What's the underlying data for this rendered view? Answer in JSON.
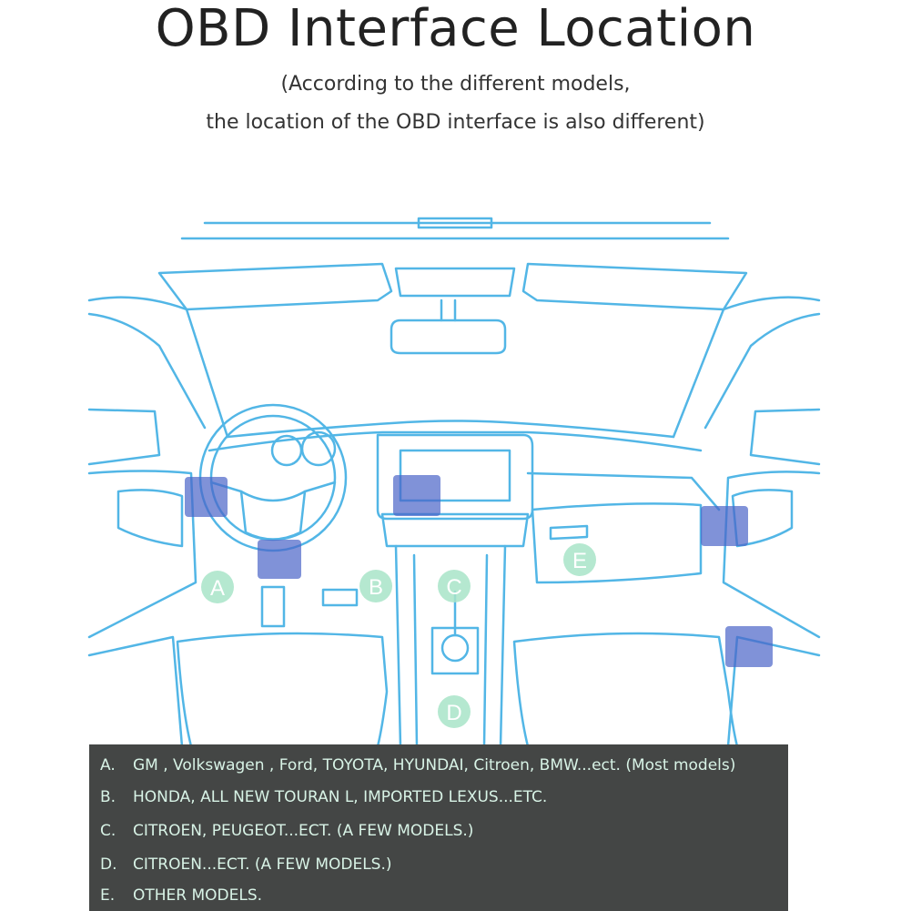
{
  "title": "OBD Interface Location",
  "subtitle": {
    "line1": "(According to the different models,",
    "line2": "the location of the OBD interface is also different)"
  },
  "colors": {
    "line": "#52b6e6",
    "highlight": "#4a64c8",
    "marker": "#a8e4c8",
    "legend_bg": "#444645",
    "legend_text": "#d8f3e6"
  },
  "markers": [
    {
      "letter": "A"
    },
    {
      "letter": "B"
    },
    {
      "letter": "C"
    },
    {
      "letter": "D"
    },
    {
      "letter": "E"
    }
  ],
  "legend": [
    {
      "letter": "A.",
      "text": "GM , Volkswagen , Ford, TOYOTA, HYUNDAI, Citroen, BMW...ect. (Most models)"
    },
    {
      "letter": "B.",
      "text": "HONDA, ALL NEW TOURAN L, IMPORTED LEXUS...ETC."
    },
    {
      "letter": "C.",
      "text": "CITROEN, PEUGEOT...ECT. (A FEW MODELS.)"
    },
    {
      "letter": "D.",
      "text": "CITROEN...ECT. (A FEW MODELS.)"
    },
    {
      "letter": "E.",
      "text": "OTHER MODELS."
    }
  ]
}
